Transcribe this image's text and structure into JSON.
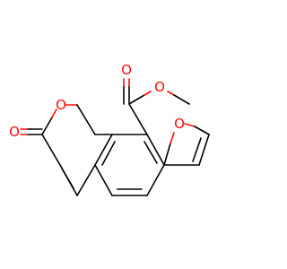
{
  "molecule": {
    "atoms": {
      "o_carbonyl_ester": "O",
      "o_ester_methoxy": "O",
      "o_lactone_carbonyl": "O",
      "o_pyran_ring": "O",
      "o_furan_ring": "O"
    },
    "colors": {
      "bond": "#000000",
      "oxygen": "#ff0d0d",
      "background": "#ffffff"
    }
  }
}
